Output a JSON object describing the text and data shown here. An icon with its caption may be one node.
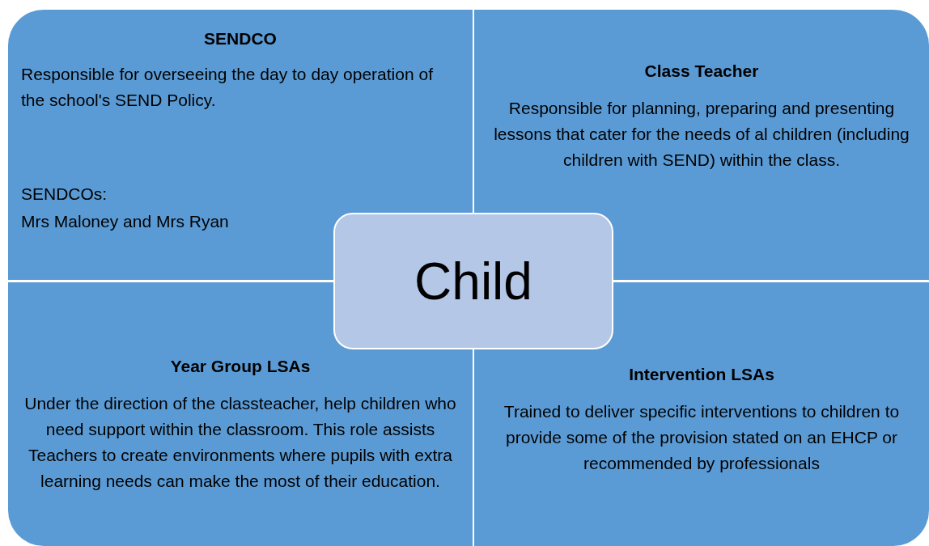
{
  "diagram": {
    "nodes": [
      {
        "text": [
          "SENDCO",
          "Responsible for overseeing the day to day operation of the school's SEND Policy.",
          "SENDCOs:",
          "Mrs Maloney  and Mrs Ryan"
        ]
      },
      {
        "text": [
          "Class Teacher",
          "Responsible for planning, preparing and presenting lessons that cater for the needs of al children (including children with SEND) within the class."
        ]
      },
      {
        "text": [
          "Year Group LSAs",
          "Under the direction of the classteacher, help children who need support within the classroom. This role assists Teachers to create environments where pupils with extra learning needs can make the most of their education."
        ]
      },
      {
        "text": [
          "Intervention LSAs",
          "Trained to deliver specific interventions to children to provide some of the provision stated on an EHCP or recommended by professionals"
        ]
      },
      {
        "text": [
          "Child"
        ]
      }
    ]
  }
}
